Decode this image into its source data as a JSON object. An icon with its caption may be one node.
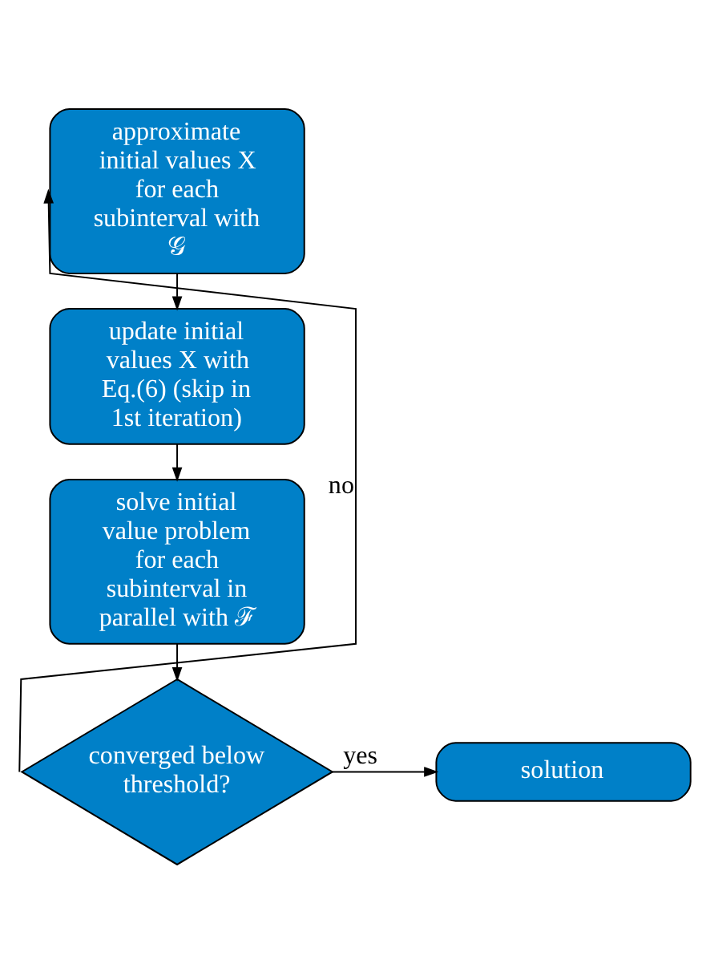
{
  "diagram": {
    "nodes": [
      {
        "text": [
          "approximate initial values X for each subinterval with 𝒢"
        ]
      },
      {
        "text": [
          "update initial values X with Eq.(6) (skip in 1st iteration)"
        ]
      },
      {
        "text": [
          "solve initial value problem for each subinterval in parallel with ℱ"
        ]
      },
      {
        "text": [
          "converged below threshold?"
        ]
      },
      {
        "text": [
          "solution"
        ]
      }
    ],
    "edges": [
      {
        "from": 0,
        "to": 1,
        "arrow": "to"
      },
      {
        "from": 1,
        "to": 2,
        "arrow": "to"
      },
      {
        "from": 2,
        "to": 3,
        "arrow": "to"
      },
      {
        "from": 3,
        "to": 4,
        "arrow": "to",
        "label": "yes"
      },
      {
        "from": 3,
        "to": 0,
        "arrow": "to",
        "label": "no"
      }
    ]
  }
}
